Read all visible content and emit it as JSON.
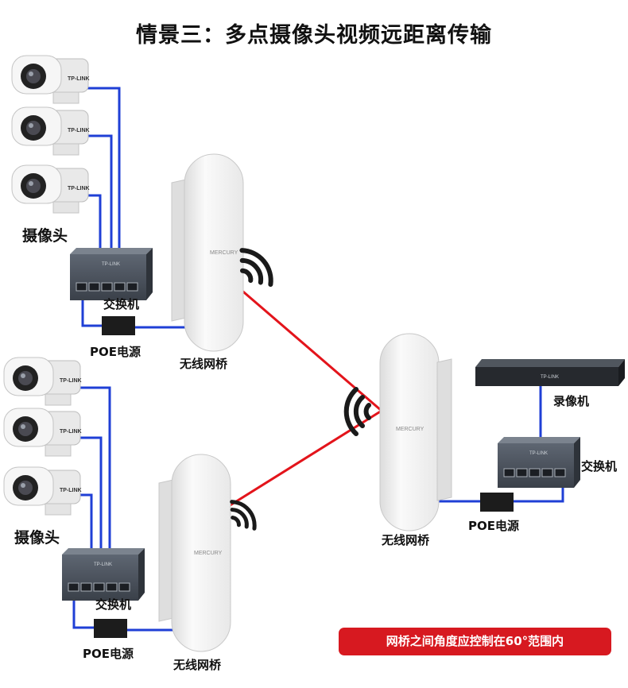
{
  "title": "情景三：多点摄像头视频远距离传输",
  "group_top": {
    "cameras_label": "摄像头",
    "switch_label": "交换机",
    "poe_label": "POE电源",
    "bridge_label": "无线网桥"
  },
  "group_bottom": {
    "cameras_label": "摄像头",
    "switch_label": "交换机",
    "poe_label": "POE电源",
    "bridge_label": "无线网桥"
  },
  "group_right": {
    "nvr_label": "录像机",
    "switch_label": "交换机",
    "poe_label": "POE电源",
    "bridge_label": "无线网桥"
  },
  "brands": {
    "camera": "TP-LINK",
    "switch": "TP-LINK",
    "nvr": "TP-LINK",
    "bridge": "MERCURY"
  },
  "note": "网桥之间角度应控制在60°范围内",
  "colors": {
    "cable": "#1f3fd6",
    "wireless_link": "#e3141b",
    "note_bg": "#d71920"
  }
}
